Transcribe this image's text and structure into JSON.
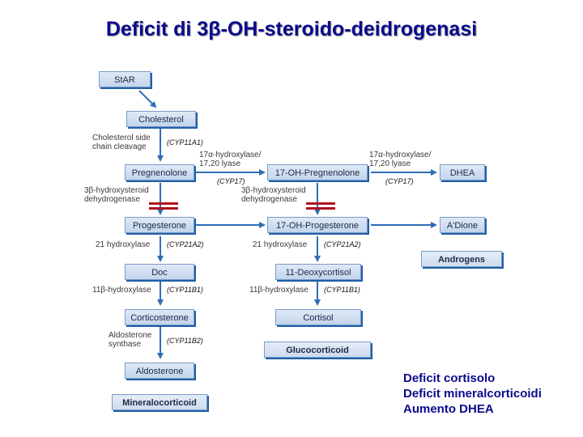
{
  "title": "Deficit di 3β-OH-steroido-deidrogenasi",
  "boxes": {
    "star": "StAR",
    "cholesterol": "Cholesterol",
    "pregnenolone": "Pregnenolone",
    "oh17_pregnenolone": "17-OH-Pregnenolone",
    "dhea": "DHEA",
    "progesterone": "Progesterone",
    "oh17_progesterone": "17-OH-Progesterone",
    "adione": "A'Dione",
    "androgens": "Androgens",
    "doc": "Doc",
    "deoxycortisol": "11-Deoxycortisol",
    "corticosterone": "Corticosterone",
    "cortisol": "Cortisol",
    "glucocorticoid": "Glucocorticoid",
    "aldosterone": "Aldosterone",
    "mineralocorticoid": "Mineralocorticoid"
  },
  "enzymes": {
    "scc": "Cholesterol side\nchain cleavage",
    "hyd17a_1": "17α-hydroxylase/\n17,20 lyase",
    "hyd17a_2": "17α-hydroxylase/\n17,20 lyase",
    "hsd3b_1": "3β-hydroxysteroid\ndehydrogenase",
    "hsd3b_2": "3β-hydroxysteroid\ndehydrogenase",
    "hyd21_1": "21 hydroxylase",
    "hyd21_2": "21 hydroxylase",
    "hyd11b_1": "11β-hydroxylase",
    "hyd11b_2": "11β-hydroxylase",
    "aldo_synth": "Aldosterone\nsynthase"
  },
  "genes": {
    "cyp11a1": "(CYP11A1)",
    "cyp17_1": "(CYP17)",
    "cyp17_2": "(CYP17)",
    "cyp21a2_1": "(CYP21A2)",
    "cyp21a2_2": "(CYP21A2)",
    "cyp11b1_1": "(CYP11B1)",
    "cyp11b1_2": "(CYP11B1)",
    "cyp11b2": "(CYP11B2)"
  },
  "outcomes": [
    "Deficit cortisolo",
    "Deficit mineralcorticoidi",
    "Aumento DHEA"
  ],
  "colors": {
    "title": "#0a0a8c",
    "box_border": "#1f5fa6",
    "arrow": "#2f6db3",
    "block": "#b0101e"
  }
}
